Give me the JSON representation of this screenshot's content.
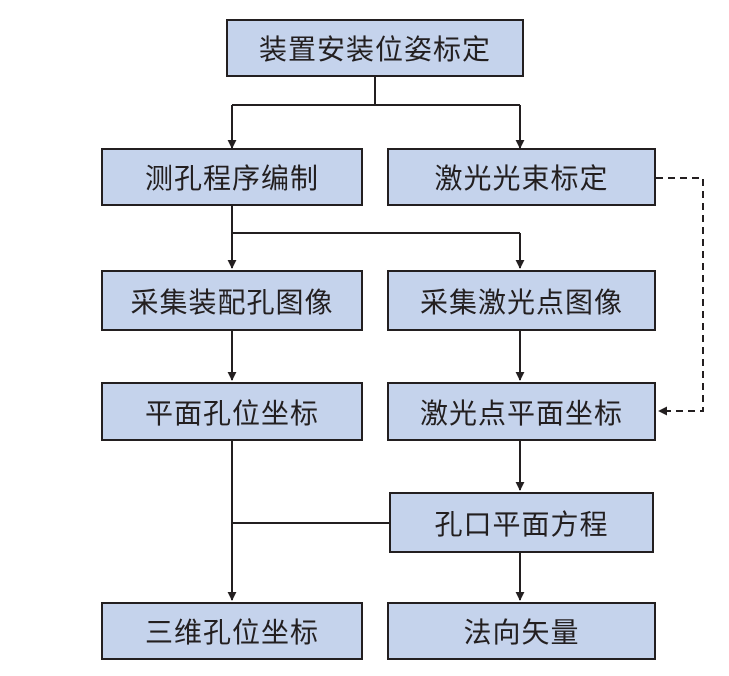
{
  "diagram": {
    "nodes": {
      "calib_pose": "装置安装位姿标定",
      "hole_program": "测孔程序编制",
      "laser_calib": "激光光束标定",
      "capture_hole": "采集装配孔图像",
      "capture_laser": "采集激光点图像",
      "hole_plane": "平面孔位坐标",
      "laser_plane": "激光点平面坐标",
      "hole_equation": "孔口平面方程",
      "hole_3d": "三维孔位坐标",
      "normal_vec": "法向矢量"
    },
    "edges": [
      {
        "from": "calib_pose",
        "to": "hole_program",
        "style": "solid"
      },
      {
        "from": "calib_pose",
        "to": "laser_calib",
        "style": "solid"
      },
      {
        "from": "hole_program",
        "to": "capture_hole",
        "style": "solid"
      },
      {
        "from": "hole_program",
        "to": "capture_laser",
        "style": "solid"
      },
      {
        "from": "capture_hole",
        "to": "hole_plane",
        "style": "solid"
      },
      {
        "from": "capture_laser",
        "to": "laser_plane",
        "style": "solid"
      },
      {
        "from": "laser_calib",
        "to": "laser_plane",
        "style": "dashed"
      },
      {
        "from": "laser_plane",
        "to": "hole_equation",
        "style": "solid"
      },
      {
        "from": "hole_plane",
        "to": "hole_3d",
        "style": "solid"
      },
      {
        "from": "hole_equation",
        "to": "hole_3d",
        "style": "solid"
      },
      {
        "from": "hole_equation",
        "to": "normal_vec",
        "style": "solid"
      }
    ],
    "colors": {
      "box_fill": "#c5d3ec",
      "stroke": "#231f20"
    }
  }
}
